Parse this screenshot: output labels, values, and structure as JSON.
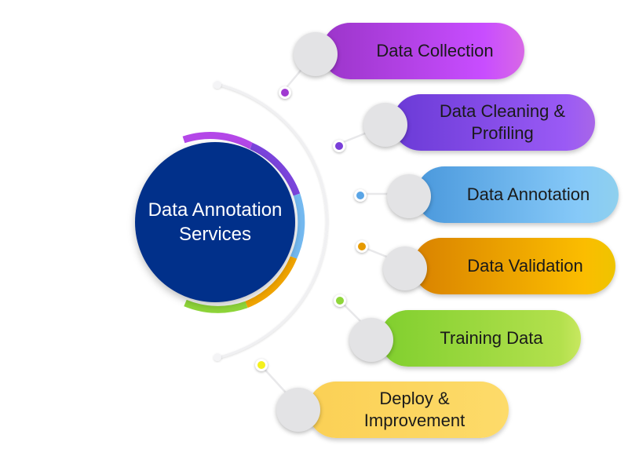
{
  "center": {
    "line1": "Data Annotation",
    "line2": "Services",
    "color": "#01308a"
  },
  "steps": [
    {
      "lines": [
        "Data Collection"
      ],
      "color_start": "#9b35c9",
      "color_end": "#c84dff",
      "dot_color": "#a03ad1"
    },
    {
      "lines": [
        "Data Cleaning &",
        "Profiling"
      ],
      "color_start": "#6a3ad6",
      "color_end": "#9a5af5",
      "dot_color": "#7a3fd9"
    },
    {
      "lines": [
        "Data Annotation"
      ],
      "color_start": "#4a98dc",
      "color_end": "#86c9f8",
      "dot_color": "#5aa5e6"
    },
    {
      "lines": [
        "Data Validation"
      ],
      "color_start": "#d98200",
      "color_end": "#fbbd00",
      "dot_color": "#e69a00"
    },
    {
      "lines": [
        "Training Data"
      ],
      "color_start": "#80cf2e",
      "color_end": "#b3e04d",
      "dot_color": "#8fd63a"
    },
    {
      "lines": [
        "Deploy &",
        "Improvement"
      ],
      "color_start": "#fbd055",
      "color_end": "#fddb6a",
      "dot_color": "#f4f01c"
    }
  ]
}
